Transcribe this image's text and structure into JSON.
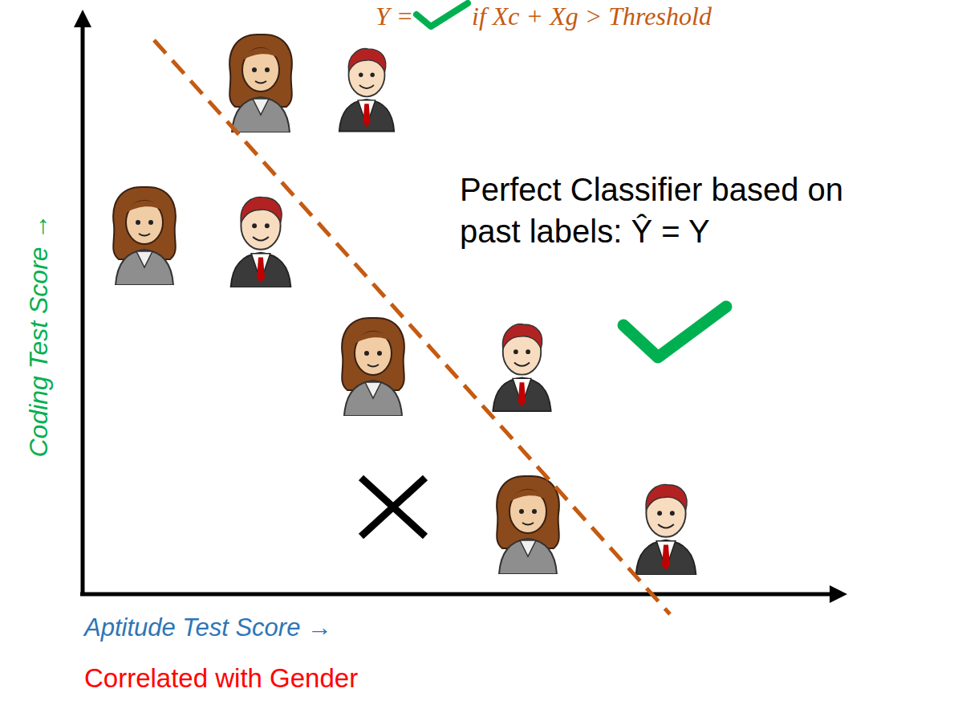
{
  "diagram": {
    "labels": [
      "Y =",
      "if Xc + Xg > Threshold",
      "Perfect Classifier based on past labels: Ŷ = Y",
      "Coding Test Score →",
      "Aptitude Test Score →",
      "Correlated with Gender"
    ]
  }
}
